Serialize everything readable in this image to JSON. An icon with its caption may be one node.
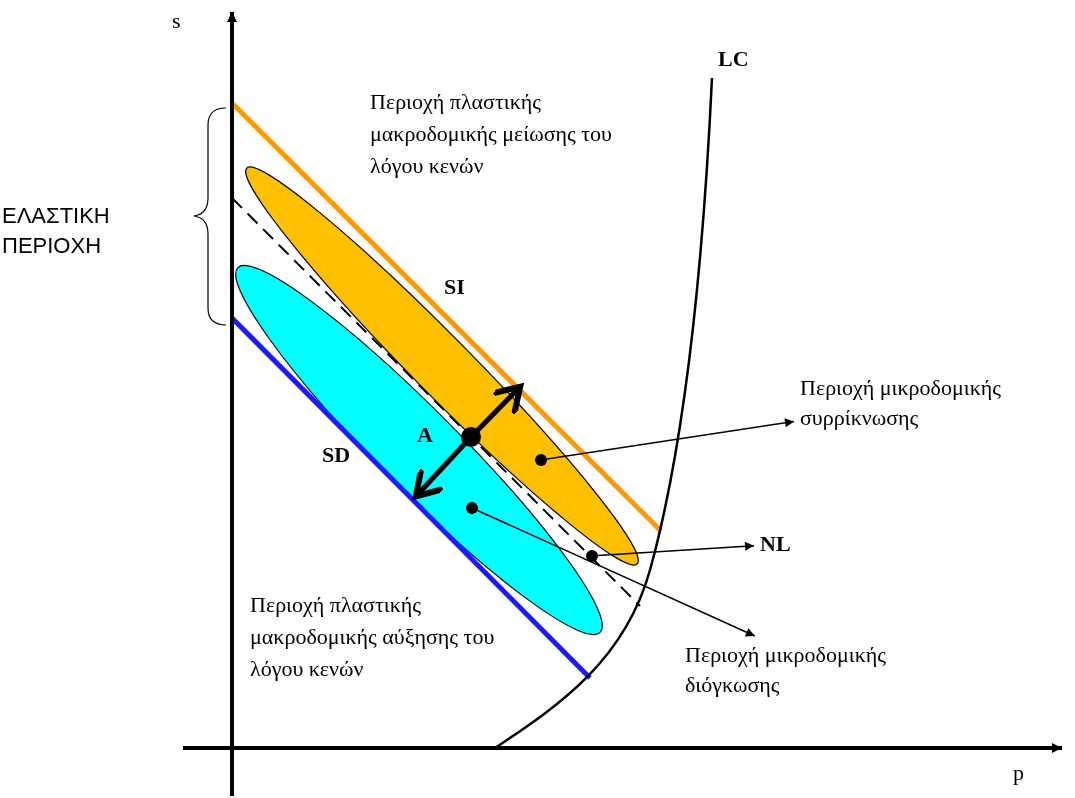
{
  "diagram": {
    "nodes": [
      {
        "text": [
          "Περιοχή μικροδομικής συρρίκνωσης"
        ]
      },
      {
        "text": [
          "NL"
        ]
      },
      {
        "text": [
          "Περιοχή μικροδομικής διόγκωσης"
        ]
      },
      {
        "text": [],
        "shape": "circle"
      },
      {
        "text": [],
        "shape": "circle"
      },
      {
        "text": [],
        "shape": "circle"
      }
    ],
    "edges": [
      {
        "from": 3,
        "to": 0,
        "arrow": "to"
      },
      {
        "from": 4,
        "to": 1,
        "arrow": "to"
      },
      {
        "from": 5,
        "to": 2,
        "arrow": "to"
      }
    ],
    "labels": [
      "s",
      "LC",
      "Περιοχή πλαστικής μακροδομικής μείωσης του λόγου κενών",
      "ΕΛΑΣΤΙΚΗ ΠΕΡΙΟΧΗ",
      "SI",
      "A",
      "SD",
      "Περιοχή πλαστικής μακροδομικής αύξησης του λόγου κενών",
      "p"
    ]
  }
}
